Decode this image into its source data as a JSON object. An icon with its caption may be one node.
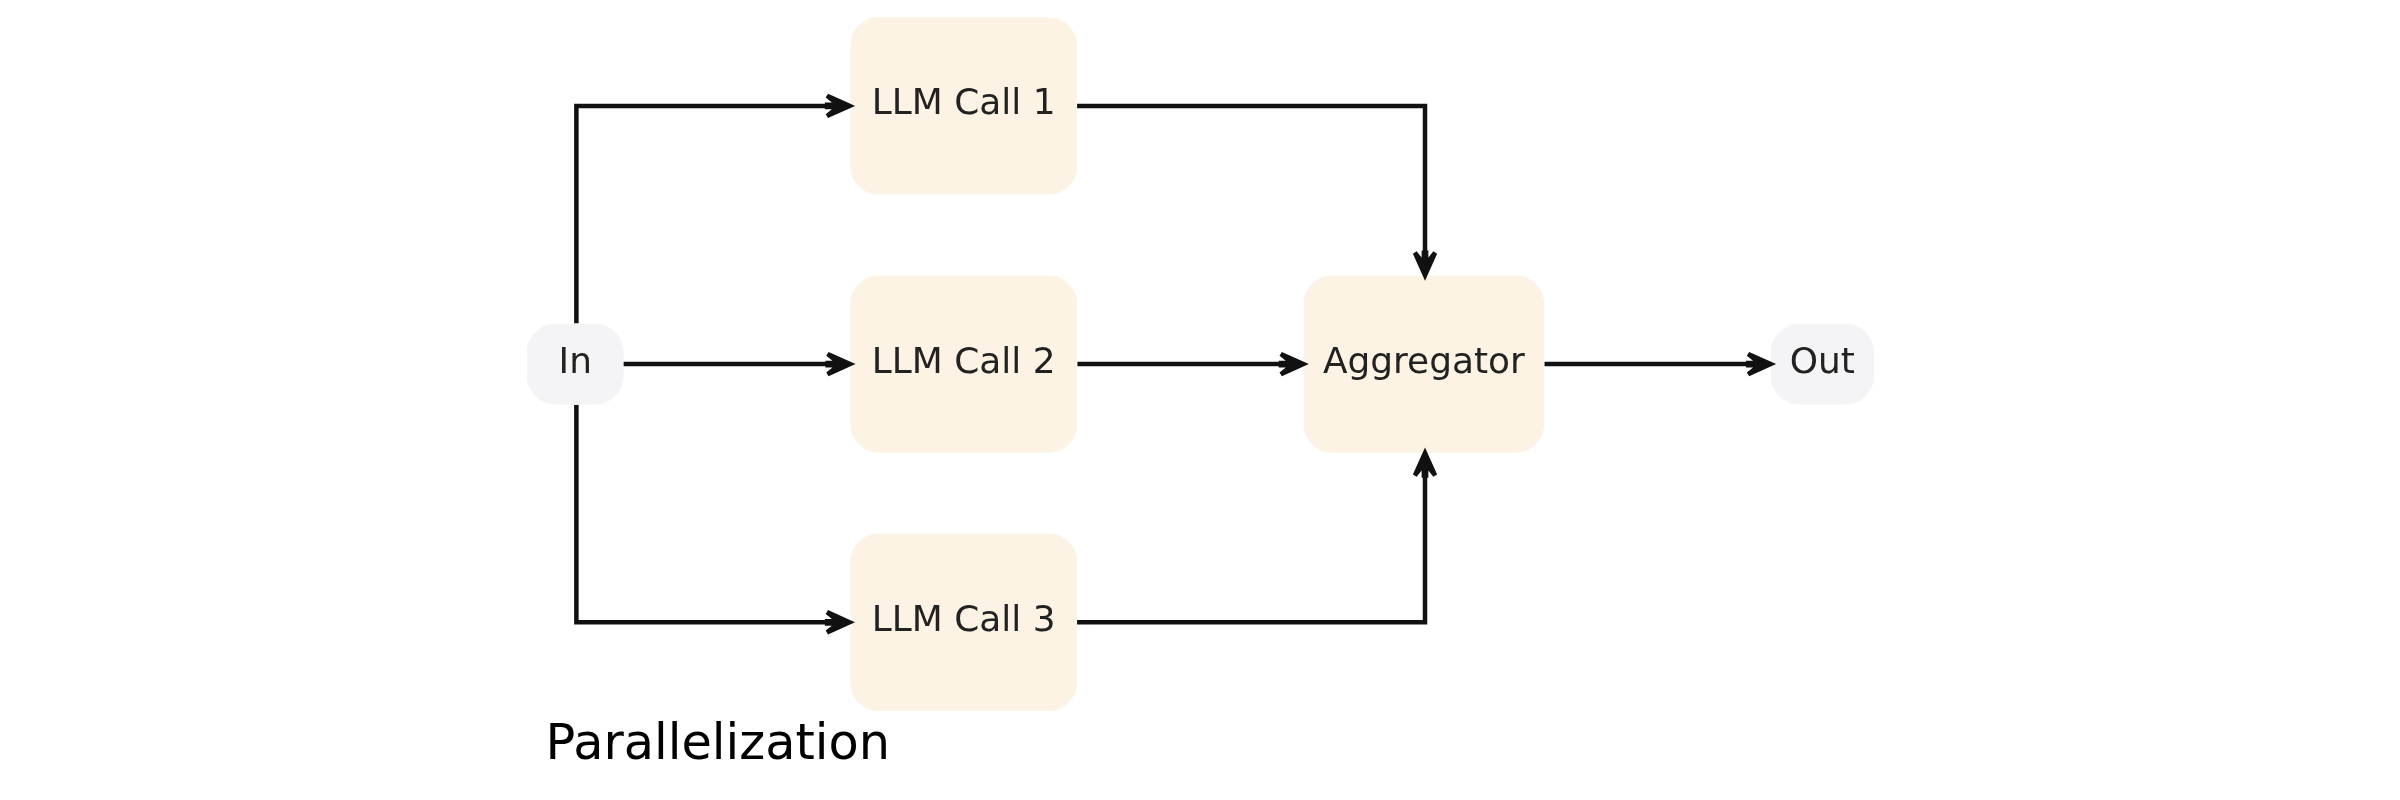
{
  "diagram": {
    "title": "Parallelization",
    "nodes": [
      {
        "text": [
          "In"
        ]
      },
      {
        "text": [
          "LLM Call 1"
        ]
      },
      {
        "text": [
          "LLM Call 2"
        ]
      },
      {
        "text": [
          "LLM Call 3"
        ]
      },
      {
        "text": [
          "Aggregator"
        ]
      },
      {
        "text": [
          "Out"
        ]
      }
    ],
    "edges": [
      {
        "from": 0,
        "to": 1,
        "arrow": "to"
      },
      {
        "from": 0,
        "to": 2,
        "arrow": "to"
      },
      {
        "from": 0,
        "to": 3,
        "arrow": "to"
      },
      {
        "from": 1,
        "to": 4,
        "arrow": "to"
      },
      {
        "from": 2,
        "to": 4,
        "arrow": "to"
      },
      {
        "from": 3,
        "to": 4,
        "arrow": "to"
      },
      {
        "from": 4,
        "to": 5,
        "arrow": "to"
      }
    ]
  }
}
